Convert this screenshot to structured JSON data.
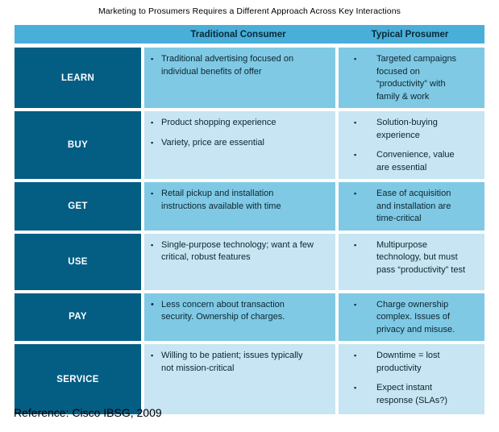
{
  "title": "Marketing to Prosumers Requires a Different Approach Across Key Interactions",
  "reference": "Reference: Cisco IBSG, 2009",
  "colors": {
    "header_bg": "#49AFD9",
    "label_bg": "#045E84",
    "row_medium": "#7FC9E4",
    "row_light": "#C7E5F2",
    "heading_text": "#0A2836",
    "body_text": "#0D2530",
    "label_text": "#FFFFFF",
    "title_text": "#000000"
  },
  "table": {
    "columns": [
      "",
      "Traditional Consumer",
      "Typical Prosumer"
    ],
    "rows": [
      {
        "label": "LEARN",
        "shade": "medium",
        "traditional": [
          {
            "bullet": "square",
            "text": "Traditional advertising focused on individual benefits of offer"
          }
        ],
        "prosumer": [
          {
            "bullet": "square",
            "text": "Targeted campaigns focused on “productivity” with family & work"
          }
        ]
      },
      {
        "label": "BUY",
        "shade": "light",
        "traditional": [
          {
            "bullet": "square",
            "text": "Product shopping experience"
          },
          {
            "bullet": "square",
            "text": "Variety, price are essential"
          }
        ],
        "prosumer": [
          {
            "bullet": "square",
            "text": "Solution-buying experience"
          },
          {
            "bullet": "square",
            "text": "Convenience, value are essential"
          }
        ]
      },
      {
        "label": "GET",
        "shade": "medium",
        "traditional": [
          {
            "bullet": "square",
            "text": "Retail pickup and installation instructions available with time"
          }
        ],
        "prosumer": [
          {
            "bullet": "square",
            "text": "Ease of acquisition and installation are time-critical"
          }
        ]
      },
      {
        "label": "USE",
        "shade": "light",
        "traditional": [
          {
            "bullet": "square",
            "text": "Single-purpose technology; want a few critical, robust features"
          }
        ],
        "prosumer": [
          {
            "bullet": "square",
            "text": "Multipurpose technology, but must pass “productivity” test"
          }
        ]
      },
      {
        "label": "PAY",
        "shade": "medium",
        "traditional": [
          {
            "bullet": "round",
            "text": "Less concern about transaction security. Ownership of charges."
          }
        ],
        "prosumer": [
          {
            "bullet": "square",
            "text": "Charge ownership complex. Issues of privacy and misuse."
          }
        ]
      },
      {
        "label": "SERVICE",
        "shade": "light",
        "traditional": [
          {
            "bullet": "square",
            "text": "Willing to be patient; issues typically not mission-critical"
          }
        ],
        "prosumer": [
          {
            "bullet": "square",
            "text": "Downtime = lost productivity"
          },
          {
            "bullet": "square",
            "text": "Expect instant response (SLAs?)"
          }
        ]
      }
    ]
  }
}
